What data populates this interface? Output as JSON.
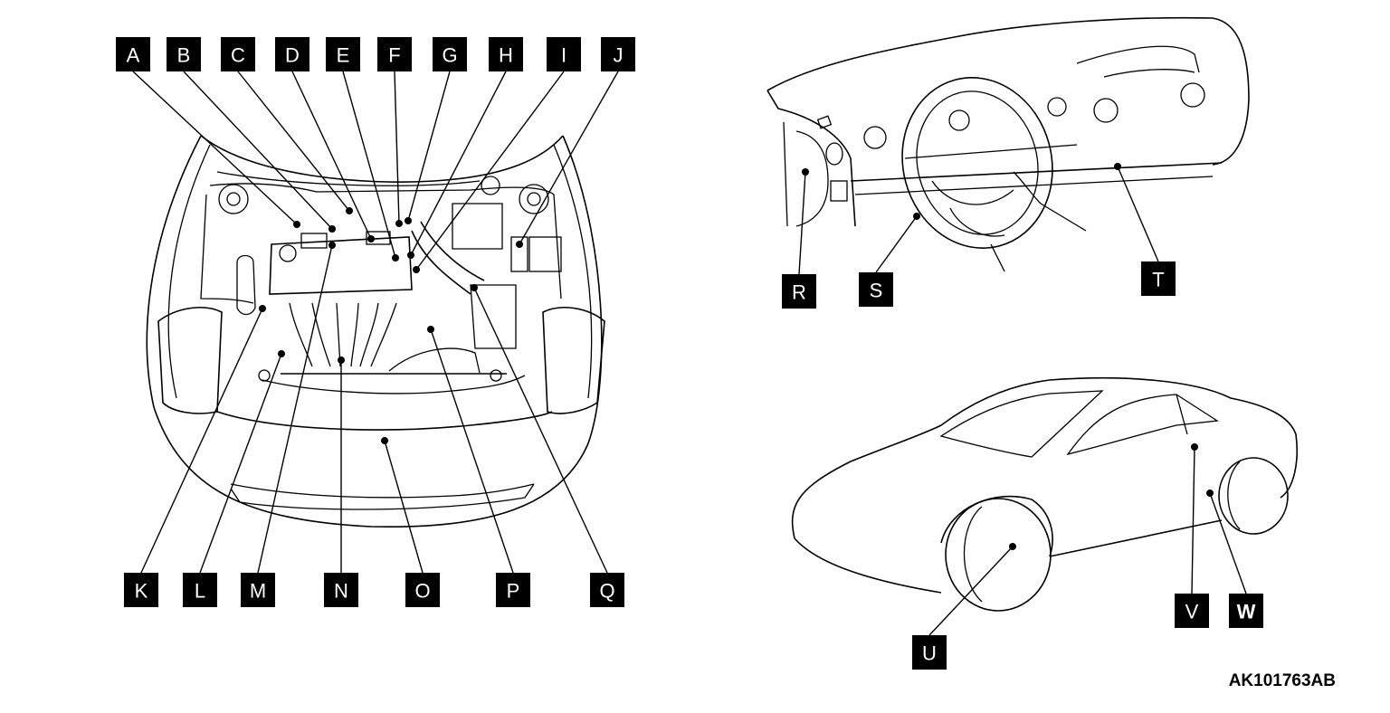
{
  "callouts": [
    {
      "id": "A",
      "text": "A"
    },
    {
      "id": "B",
      "text": "B"
    },
    {
      "id": "C",
      "text": "C"
    },
    {
      "id": "D",
      "text": "D"
    },
    {
      "id": "E",
      "text": "E"
    },
    {
      "id": "F",
      "text": "F"
    },
    {
      "id": "G",
      "text": "G"
    },
    {
      "id": "H",
      "text": "H"
    },
    {
      "id": "I",
      "text": "I"
    },
    {
      "id": "J",
      "text": "J"
    },
    {
      "id": "K",
      "text": "K"
    },
    {
      "id": "L",
      "text": "L"
    },
    {
      "id": "M",
      "text": "M"
    },
    {
      "id": "N",
      "text": "N"
    },
    {
      "id": "O",
      "text": "O"
    },
    {
      "id": "P",
      "text": "P"
    },
    {
      "id": "Q",
      "text": "Q"
    },
    {
      "id": "R",
      "text": "R"
    },
    {
      "id": "S",
      "text": "S"
    },
    {
      "id": "T",
      "text": "T"
    },
    {
      "id": "U",
      "text": "U"
    },
    {
      "id": "V",
      "text": "V"
    },
    {
      "id": "W",
      "text": "W"
    }
  ],
  "reference_code": "AK101763AB"
}
